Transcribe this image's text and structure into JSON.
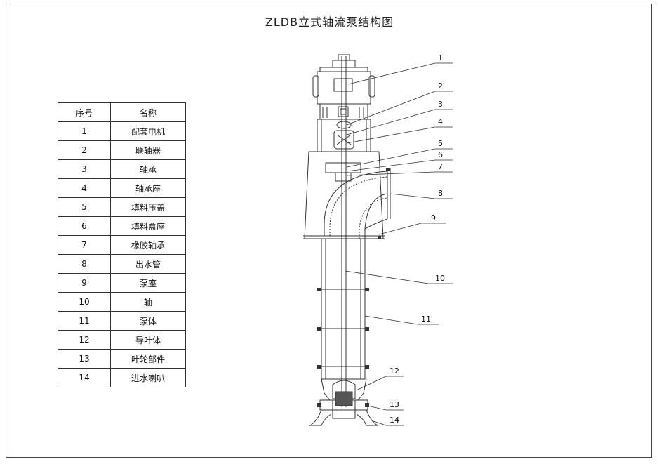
{
  "title": "ZLDB立式轴流泵结构图",
  "table": {
    "headers": [
      "序号",
      "名称"
    ],
    "rows": [
      [
        "1",
        "配套电机"
      ],
      [
        "2",
        "联轴器"
      ],
      [
        "3",
        "轴承"
      ],
      [
        "4",
        "轴承座"
      ],
      [
        "5",
        "填料压盖"
      ],
      [
        "6",
        "填料盒座"
      ],
      [
        "7",
        "橡胶轴承"
      ],
      [
        "8",
        "出水管"
      ],
      [
        "9",
        "泵座"
      ],
      [
        "10",
        "轴"
      ],
      [
        "11",
        "泵体"
      ],
      [
        "12",
        "导叶体"
      ],
      [
        "13",
        "叶轮部件"
      ],
      [
        "14",
        "进水喇叭"
      ]
    ]
  },
  "callouts": [
    "1",
    "2",
    "3",
    "4",
    "5",
    "6",
    "7",
    "8",
    "9",
    "10",
    "11",
    "12",
    "13",
    "14"
  ],
  "colors": {
    "line": "#333333",
    "background": "#ffffff"
  }
}
